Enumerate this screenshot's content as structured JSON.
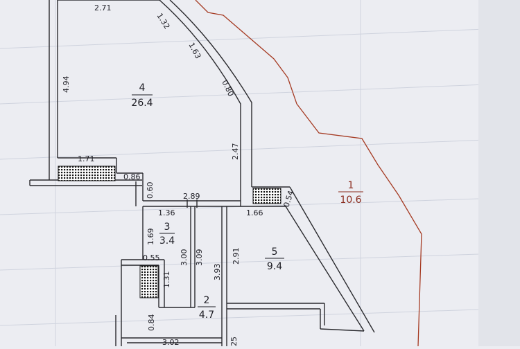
{
  "rooms": [
    {
      "id": "4",
      "number": "4",
      "area": "26.4"
    },
    {
      "id": "3",
      "number": "3",
      "area": "3.4"
    },
    {
      "id": "2",
      "number": "2",
      "area": "4.7"
    },
    {
      "id": "5",
      "number": "5",
      "area": "9.4"
    },
    {
      "id": "1",
      "number": "1",
      "area": "10.6"
    }
  ],
  "dimensions": [
    {
      "id": "top-2-71",
      "text": "2.71"
    },
    {
      "id": "curve-1-32",
      "text": "1.32"
    },
    {
      "id": "curve-1-63",
      "text": "1.63"
    },
    {
      "id": "curve-0-80",
      "text": "0.80"
    },
    {
      "id": "right-2-47",
      "text": "2.47"
    },
    {
      "id": "left-4-94",
      "text": "4.94"
    },
    {
      "id": "vent-1-71",
      "text": "1.71"
    },
    {
      "id": "ledge-0-86",
      "text": "0.86"
    },
    {
      "id": "ledge-0-60",
      "text": "0.60"
    },
    {
      "id": "wall-2-89",
      "text": "2.89"
    },
    {
      "id": "r3-1-36",
      "text": "1.36"
    },
    {
      "id": "r3-1-69",
      "text": "1.69"
    },
    {
      "id": "r3-3-00",
      "text": "3.00"
    },
    {
      "id": "r3-3-09",
      "text": "3.09"
    },
    {
      "id": "r5-1-66",
      "text": "1.66"
    },
    {
      "id": "r5-0-54",
      "text": "0.54"
    },
    {
      "id": "r5-2-91",
      "text": "2.91"
    },
    {
      "id": "corr-3-93",
      "text": "3.93"
    },
    {
      "id": "niche-0-55",
      "text": "0.55"
    },
    {
      "id": "niche-1-31",
      "text": "1.31"
    },
    {
      "id": "r2-0-84",
      "text": "0.84"
    },
    {
      "id": "bottom-3-02",
      "text": "3.02"
    },
    {
      "id": "bottom-25",
      "text": "25"
    }
  ]
}
